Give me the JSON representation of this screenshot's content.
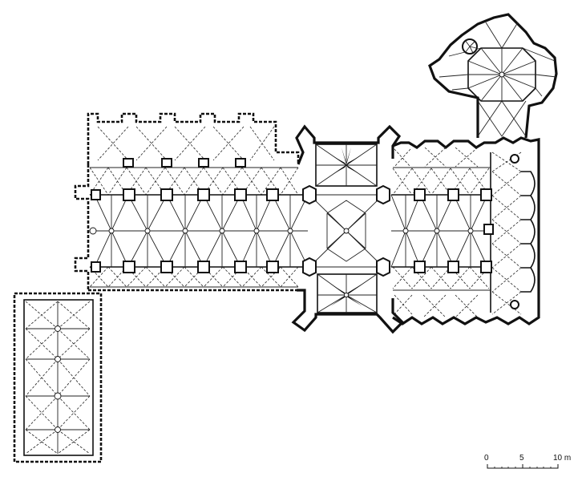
{
  "scale_bar": {
    "ticks": [
      "0",
      "5",
      "10 m"
    ]
  }
}
